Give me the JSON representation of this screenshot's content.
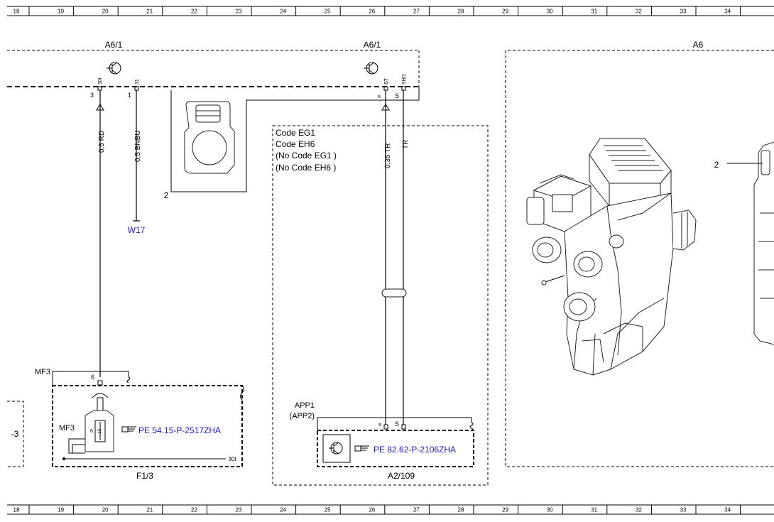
{
  "grid_columns": [
    "18",
    "19",
    "20",
    "21",
    "22",
    "23",
    "24",
    "25",
    "26",
    "27",
    "28",
    "29",
    "30",
    "31",
    "32",
    "33",
    "34"
  ],
  "components": {
    "a6_1_left": "A6/1",
    "a6_1_right": "A6/1",
    "a6": "A6",
    "f1_3": "F1/3",
    "a2_109": "A2/109",
    "left_partial": "-3"
  },
  "pins": {
    "left_30t": "30t",
    "left_31": "31",
    "left_3": "3",
    "left_1": "1",
    "right_bt": "BT",
    "right_shd": "SHD",
    "right_x": "x",
    "right_s": "S",
    "mf3_6": "6",
    "app_x": "x",
    "app_s": "S",
    "fuse_num": "6",
    "fuse_val": "15",
    "f13_30t": "30t"
  },
  "wires": {
    "rd": "0,5 RD",
    "bnbu": "0,5 BNBU",
    "tr1": "0,35 TR",
    "tr2": "TR"
  },
  "labels": {
    "w17": "W17",
    "mf3_top": "MF3",
    "mf3_inner": "MF3",
    "app1": "APP1",
    "app2": "(APP2)",
    "conn_2": "2",
    "a6_item_2": "2"
  },
  "codes": [
    "Code EG1",
    "Code EH6",
    "(No Code EG1 )",
    "(No Code EH6 )"
  ],
  "refs": {
    "fuse": "PE 54.15-P-2517ZHA",
    "a2": "PE 82.62-P-2106ZHA"
  }
}
